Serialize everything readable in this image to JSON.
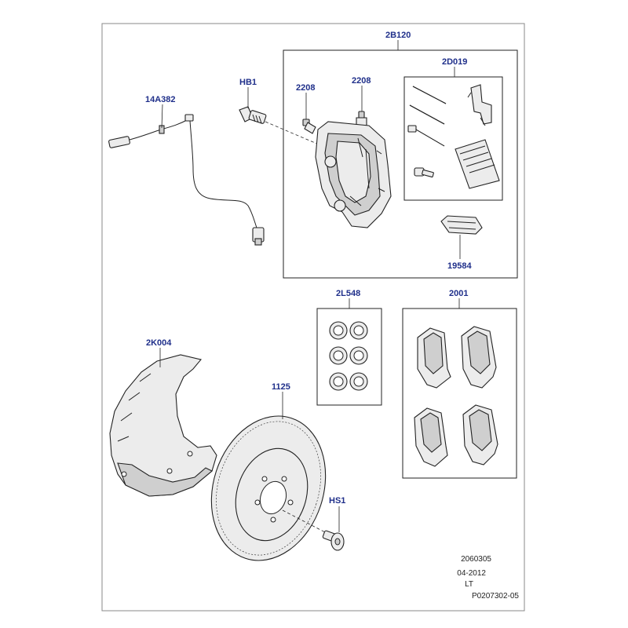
{
  "callouts": {
    "c_14a382": "14A382",
    "c_hb1": "HB1",
    "c_2208_a": "2208",
    "c_2208_b": "2208",
    "c_2b120": "2B120",
    "c_2d019": "2D019",
    "c_19584": "19584",
    "c_2l548": "2L548",
    "c_2001": "2001",
    "c_2k004": "2K004",
    "c_1125": "1125",
    "c_hs1": "HS1"
  },
  "footer": {
    "line1": "2060305",
    "line2": "04-2012",
    "line3": "LT",
    "line4": "P0207302-05"
  },
  "colors": {
    "callout_text": "#1f2f8a",
    "outline": "#222222",
    "frame_border": "#888888"
  }
}
